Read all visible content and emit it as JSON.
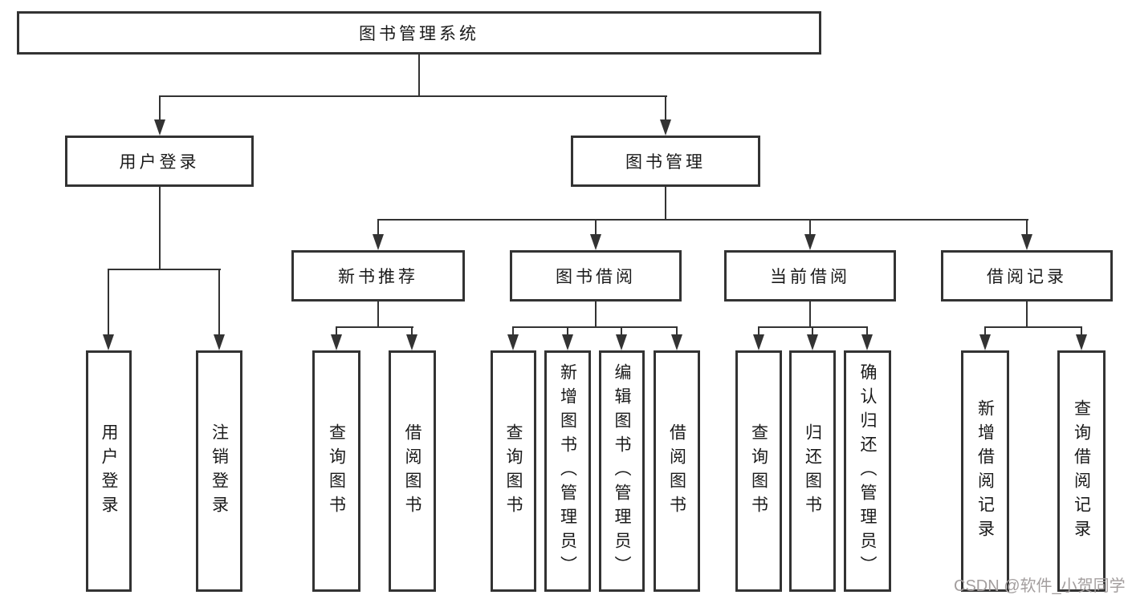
{
  "diagram": {
    "root": {
      "label": "图书管理系统"
    },
    "level1": [
      {
        "label": "用户登录"
      },
      {
        "label": "图书管理"
      }
    ],
    "level2": [
      {
        "label": "新书推荐"
      },
      {
        "label": "图书借阅"
      },
      {
        "label": "当前借阅"
      },
      {
        "label": "借阅记录"
      }
    ],
    "leaves": {
      "user_login": [
        {
          "label": "用户登录"
        },
        {
          "label": "注销登录"
        }
      ],
      "new_book": [
        {
          "label": "查询图书"
        },
        {
          "label": "借阅图书"
        }
      ],
      "book_borrow": [
        {
          "label": "查询图书"
        },
        {
          "label": "新增图书（管理员）"
        },
        {
          "label": "编辑图书（管理员）"
        },
        {
          "label": "借阅图书"
        }
      ],
      "current_borrow": [
        {
          "label": "查询图书"
        },
        {
          "label": "归还图书"
        },
        {
          "label": "确认归还（管理员）"
        }
      ],
      "borrow_records": [
        {
          "label": "新增借阅记录"
        },
        {
          "label": "查询借阅记录"
        }
      ]
    }
  },
  "watermark": {
    "text": "CSDN @软件_小贺同学"
  },
  "colors": {
    "line": "#333333",
    "text": "#1a1a1a",
    "watermark": "#a39e9e",
    "background": "#ffffff"
  }
}
